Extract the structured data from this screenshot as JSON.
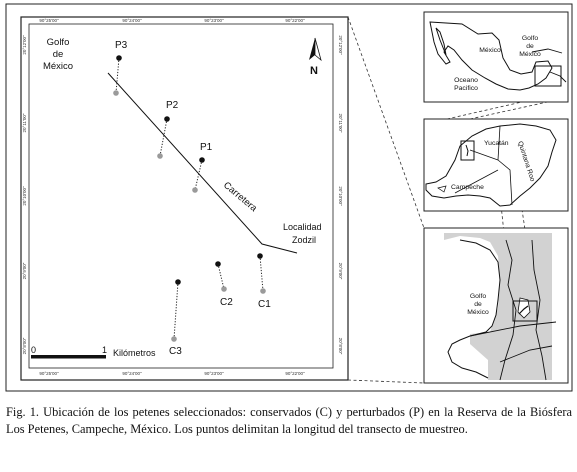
{
  "main_map": {
    "place_labels": {
      "gulf_line1": "Golfo",
      "gulf_line2": "de",
      "gulf_line3": "México",
      "road": "Carretera",
      "town_line1": "Localidad",
      "town_line2": "Zodzil"
    },
    "north_label": "N",
    "scale_start": "0",
    "scale_end": "1",
    "scale_unit": "Kilómetros",
    "top_ticks": [
      "90°25'00\"",
      "90°24'00\"",
      "90°23'00\"",
      "90°22'00\""
    ],
    "bottom_ticks": [
      "90°25'00\"",
      "90°24'00\"",
      "90°23'00\"",
      "90°22'00\""
    ],
    "left_ticks": [
      "20°12'00\"",
      "20°11'00\"",
      "20°10'00\"",
      "20°9'00\"",
      "20°8'00\""
    ],
    "right_ticks": [
      "20°12'00\"",
      "20°11'00\"",
      "20°10'00\"",
      "20°9'00\"",
      "20°8'00\""
    ],
    "sites": [
      {
        "label": "P3"
      },
      {
        "label": "P2"
      },
      {
        "label": "P1"
      },
      {
        "label": "C3"
      },
      {
        "label": "C2"
      },
      {
        "label": "C1"
      }
    ]
  },
  "inset_mexico": {
    "gulf_line1": "Golfo",
    "gulf_line2": "de",
    "gulf_line3": "México",
    "country": "México",
    "ocean_line1": "Oceano",
    "ocean_line2": "Pacifico"
  },
  "inset_peninsula": {
    "state1": "Yucatán",
    "state2": "Quintana Roo",
    "state3": "Campeche"
  },
  "inset_coast": {
    "gulf_line1": "Golfo",
    "gulf_line2": "de",
    "gulf_line3": "México"
  },
  "caption": {
    "text": "Fig. 1. Ubicación de los petenes seleccionados: conservados (C) y perturbados (P) en la Reserva de la Biósfera Los Petenes, Campeche, México. Los puntos delimitan la longitud del transecto de muestreo."
  },
  "colors": {
    "conserved_point": "#9a9a9a",
    "perturbed_point": "#111111",
    "land_inset": "#d2d2d2"
  }
}
